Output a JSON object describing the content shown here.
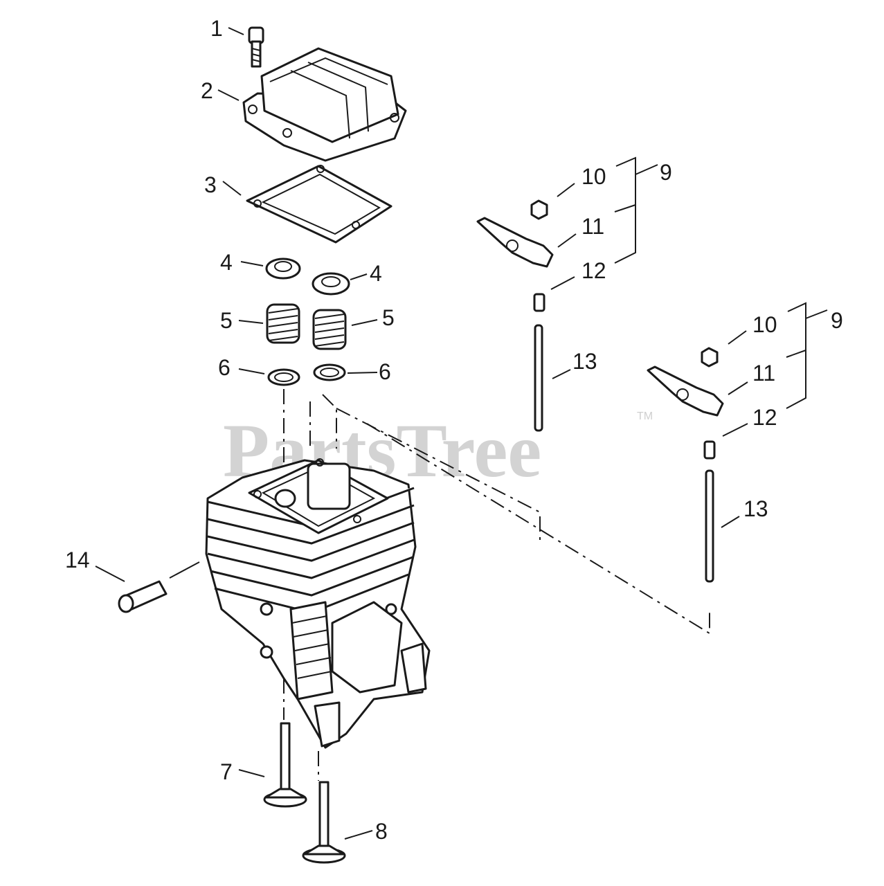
{
  "watermark": {
    "text": "PartsTree",
    "trademark": "TM"
  },
  "callouts": {
    "c1": "1",
    "c2": "2",
    "c3": "3",
    "c4a": "4",
    "c4b": "4",
    "c5a": "5",
    "c5b": "5",
    "c6a": "6",
    "c6b": "6",
    "c7": "7",
    "c8": "8",
    "c9a": "9",
    "c10a": "10",
    "c11a": "11",
    "c12a": "12",
    "c13a": "13",
    "c9b": "9",
    "c10b": "10",
    "c11b": "11",
    "c12b": "12",
    "c13b": "13",
    "c14": "14"
  }
}
